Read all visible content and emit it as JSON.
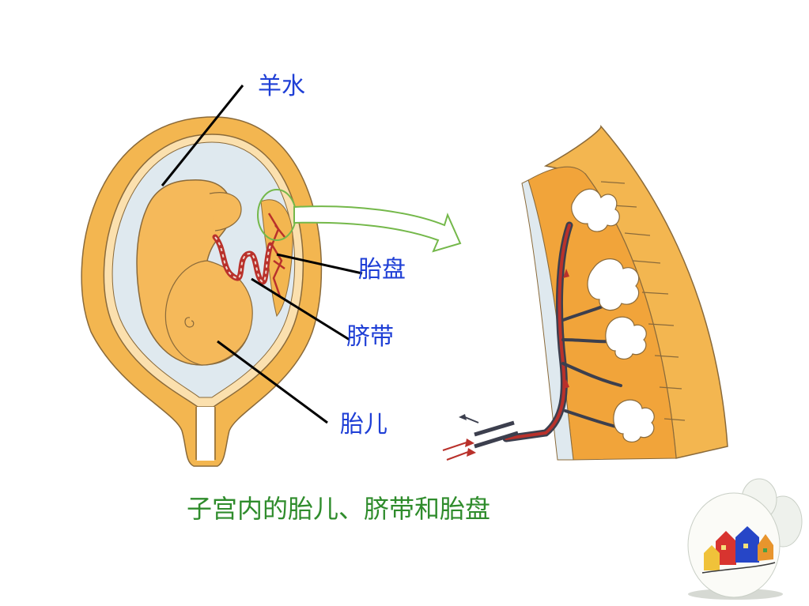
{
  "labels": {
    "amniotic_fluid": "羊水",
    "placenta": "胎盘",
    "umbilical_cord": "脐带",
    "fetus": "胎儿"
  },
  "caption": "子宫内的胎儿、脐带和胎盘",
  "colors": {
    "label_text": "#1f3fd6",
    "caption_text": "#2f8c2c",
    "uterus_wall": "#f3b650",
    "fetus": "#f5b95a",
    "amniotic": "#dfe9ef",
    "vessel_red": "#b9312b",
    "vessel_dark": "#3c3f4e",
    "highlight_arrow": "#74b84a"
  }
}
